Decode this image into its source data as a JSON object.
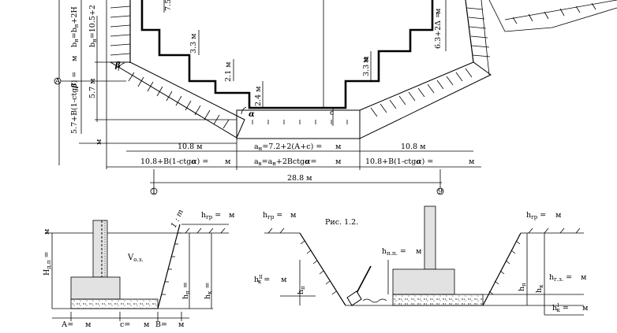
{
  "top_section": {
    "axis_a": "A",
    "axis_1": "1",
    "axis_9": "9",
    "left_vertical": {
      "bn_1": "b",
      "bn_1_sub": "н",
      "bn_1_formula": "=b",
      "bn_1_formula_sub": "н",
      "bn_1_formula_rest": "+2Н",
      "bn_2": "b",
      "bn_2_sub": "н",
      "bn_2_formula": "=10.5+2",
      "unit_m": "м",
      "dim_5_7": "5.7 м",
      "dim_5_7_formula": "5.7+В(1-ctg",
      "beta": "β",
      "dim_5_7_close": ") =",
      "unit_m2": "м"
    },
    "steps": {
      "d_7_5": "7.5",
      "d_3_3a": "3.3 м",
      "d_2_1": "2.1 м",
      "d_2_4": "2.4 м",
      "d_3_3b": "3.3 м",
      "right_vertical_m": "м",
      "right_formula": "6.3+2Δ =",
      "right_m": "м"
    },
    "angles": {
      "alpha": "α",
      "beta": "β",
      "c": "c"
    },
    "row1": {
      "left": "10.8 м",
      "center": "a",
      "center_sub": "н",
      "center_formula": "=7.2+2(А+с) =",
      "center_unit": "м",
      "right": "10.8 м"
    },
    "row2": {
      "left": "10.8+В(1-ctg",
      "left_alpha": "α",
      "left_close": ") =",
      "left_unit": "м",
      "center": "a",
      "center_sub": "в",
      "center_formula": "=a",
      "center_sub2": "н",
      "center_formula_rest": "+2Bctg",
      "center_alpha": "α",
      "center_close": "=",
      "center_unit": "м",
      "right": "10.8+В(1-ctg",
      "right_alpha": "α",
      "right_close": ") =",
      "right_unit": "м"
    },
    "row3": {
      "total": "28.8 м"
    }
  },
  "left_figure": {
    "h_dp": "H",
    "h_dp_sub": "д.п",
    "h_dp_eq": " =",
    "h_dp_unit": "м",
    "v_label": "V",
    "v_sub": "о.з.",
    "h_gr": "h",
    "h_gr_sub": "гр",
    "h_gr_eq": " =",
    "h_gr_unit": "м",
    "slope": "1 : m",
    "h_p": "h",
    "h_p_sub": "п",
    "h_p_eq": " =",
    "h_k": "h",
    "h_k_sub": "к",
    "h_k_eq": " =",
    "a_label": "А=",
    "a_unit": "м",
    "c_label": "с=",
    "c_unit": "м",
    "b_label": "В=",
    "b_unit": "м"
  },
  "right_figure": {
    "caption": "Рис. 1.2.",
    "h_gr_left": "h",
    "h_gr_left_sub": "гр",
    "h_gr_left_eq": " =",
    "h_gr_left_unit": "м",
    "h_pp": "h",
    "h_pp_sub": "п.п.",
    "h_pp_eq": " =",
    "h_pp_unit": "м",
    "h_k2": "h",
    "h_k2_sup": "II",
    "h_k2_sub": "к",
    "h_k2_eq": " =",
    "h_k2_unit": "м",
    "h_p_left": "h",
    "h_p_left_sub": "п",
    "h_gr_right": "h",
    "h_gr_right_sub": "гр",
    "h_gr_right_eq": " =",
    "h_gr_right_unit": "м",
    "h_p_right": "h",
    "h_p_right_sub": "п",
    "h_k_right": "h",
    "h_k_right_sub": "к",
    "h_gz": "h",
    "h_gz_sub": "г.з.",
    "h_gz_eq": " =",
    "h_gz_unit": "м",
    "h_k1": "h",
    "h_k1_sup": "I",
    "h_k1_sub": "к",
    "h_k1_eq": " =",
    "h_k1_unit": "м"
  }
}
